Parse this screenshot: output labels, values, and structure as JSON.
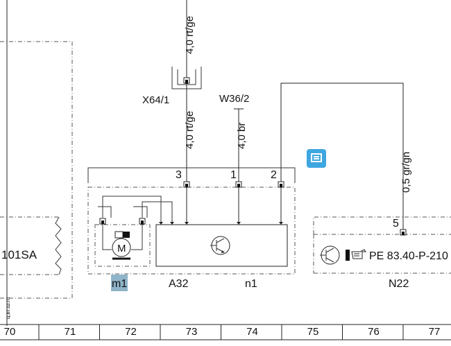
{
  "connectors": {
    "x64": "X64/1",
    "w36": "W36/2"
  },
  "wires": {
    "top": "4,0 rt/ge",
    "mid": "4,0 rt/ge",
    "br": "4,0 br",
    "grgn": "0,5 gr/gn"
  },
  "pins": {
    "p3": "3",
    "p1": "1",
    "p2": "2",
    "p5": "5"
  },
  "components": {
    "left_partial": "101SA",
    "motor_symbol": "M",
    "m1": "m1",
    "a32": "A32",
    "n1": "n1",
    "n22": "N22",
    "pe_ref": "PE 83.40-P-210"
  },
  "scale": [
    "70",
    "71",
    "72",
    "73",
    "74",
    "75",
    "76",
    "77"
  ],
  "side_note": "ц.вт.ш.гп",
  "colors": {
    "highlight": "#8fb4c9",
    "badge": "#3ea6e0"
  },
  "icons": {
    "badge": "info-badge-icon",
    "pointer": "hand-pointer-icon"
  }
}
